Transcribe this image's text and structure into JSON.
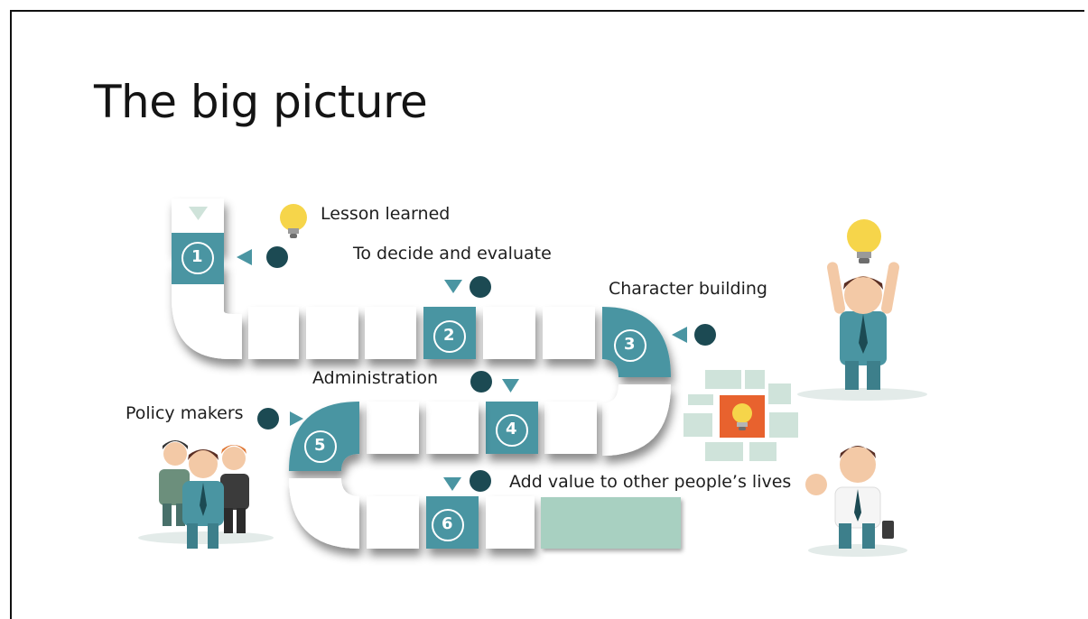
{
  "slide": {
    "title": "The big picture"
  },
  "diagram": {
    "labels": {
      "lesson": "Lesson learned",
      "decide": "To decide and evaluate",
      "character": "Character building",
      "administration": "Administration",
      "policy": "Policy makers",
      "value": "Add value to other people’s lives"
    },
    "steps": [
      "1",
      "2",
      "3",
      "4",
      "5",
      "6"
    ],
    "colors": {
      "teal": "#4a95a2",
      "teal_dark": "#3d7f8b",
      "dot": "#1c4a53",
      "pale_green": "#a8d0c1",
      "light_green": "#cfe3da",
      "orange": "#e8622e",
      "bulb_yellow": "#f6d54a"
    }
  }
}
